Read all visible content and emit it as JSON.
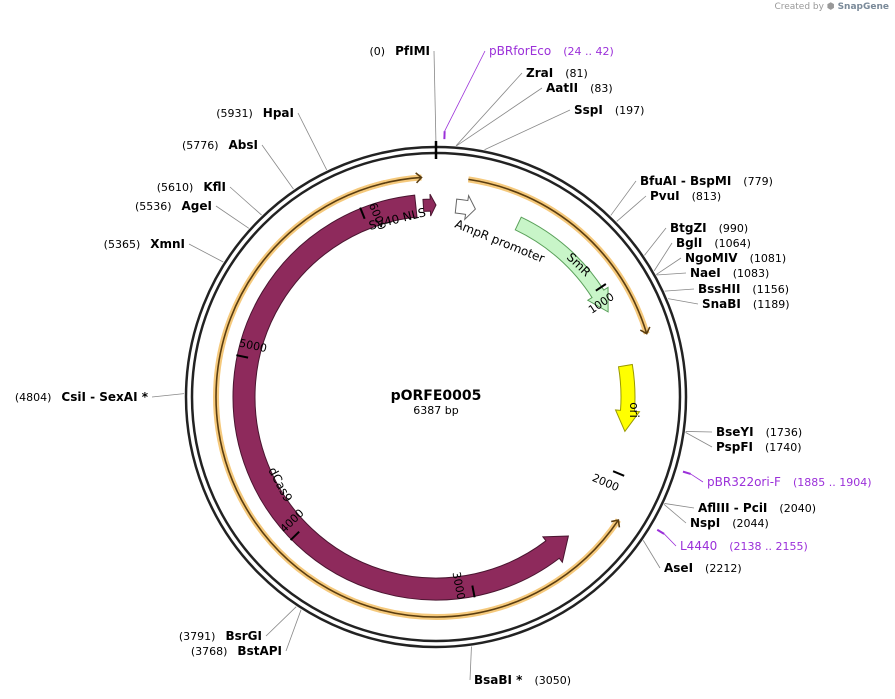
{
  "credit": {
    "prefix": "Created by",
    "brand": "SnapGene"
  },
  "plasmid": {
    "name": "pORFE0005",
    "length_label": "6387 bp",
    "length": 6387
  },
  "ticks": [
    {
      "pos": 1000,
      "label": "1000"
    },
    {
      "pos": 2000,
      "label": "2000"
    },
    {
      "pos": 3000,
      "label": "3000"
    },
    {
      "pos": 4000,
      "label": "4000"
    },
    {
      "pos": 5000,
      "label": "5000"
    },
    {
      "pos": 6000,
      "label": "6000"
    }
  ],
  "features": [
    {
      "name": "SV40 NLS",
      "start": 6320,
      "end": 6387,
      "direction": "cw",
      "color": "#8e2a5c"
    },
    {
      "name": "AmpR promoter",
      "start": 106,
      "end": 210,
      "direction": "cw",
      "color": "#ffffff"
    },
    {
      "name": "SmR",
      "start": 450,
      "end": 1130,
      "direction": "cw",
      "color": "#c8f5c8"
    },
    {
      "name": "ori",
      "start": 1430,
      "end": 1780,
      "direction": "cw",
      "color": "#ffff00"
    },
    {
      "name": "dCas9",
      "start": 2420,
      "end": 6280,
      "direction": "ccw",
      "color": "#8e2a5c"
    }
  ],
  "orf_arcs": [
    {
      "start": 6000,
      "end": 6320,
      "direction": "cw"
    },
    {
      "start": 150,
      "end": 1300,
      "direction": "cw"
    },
    {
      "start": 2200,
      "end": 6150,
      "direction": "ccw"
    }
  ],
  "sites": [
    {
      "name": "PfIMI",
      "pos": 0,
      "pos_label": "(0)",
      "side": "left"
    },
    {
      "name": "ZraI",
      "pos": 81,
      "pos_label": "(81)",
      "side": "right"
    },
    {
      "name": "AatII",
      "pos": 83,
      "pos_label": "(83)",
      "side": "right"
    },
    {
      "name": "SspI",
      "pos": 197,
      "pos_label": "(197)",
      "side": "right"
    },
    {
      "name": "BfuAI  -  BspMI",
      "pos": 779,
      "pos_label": "(779)",
      "side": "right"
    },
    {
      "name": "PvuI",
      "pos": 813,
      "pos_label": "(813)",
      "side": "right"
    },
    {
      "name": "BtgZI",
      "pos": 990,
      "pos_label": "(990)",
      "side": "right"
    },
    {
      "name": "BglI",
      "pos": 1064,
      "pos_label": "(1064)",
      "side": "right"
    },
    {
      "name": "NgoMIV",
      "pos": 1081,
      "pos_label": "(1081)",
      "side": "right"
    },
    {
      "name": "NaeI",
      "pos": 1083,
      "pos_label": "(1083)",
      "side": "right"
    },
    {
      "name": "BssHII",
      "pos": 1156,
      "pos_label": "(1156)",
      "side": "right"
    },
    {
      "name": "SnaBI",
      "pos": 1189,
      "pos_label": "(1189)",
      "side": "right"
    },
    {
      "name": "BseYI",
      "pos": 1736,
      "pos_label": "(1736)",
      "side": "right"
    },
    {
      "name": "PspFI",
      "pos": 1740,
      "pos_label": "(1740)",
      "side": "right"
    },
    {
      "name": "AflIII  -  PciI",
      "pos": 2040,
      "pos_label": "(2040)",
      "side": "right"
    },
    {
      "name": "NspI",
      "pos": 2044,
      "pos_label": "(2044)",
      "side": "right"
    },
    {
      "name": "AseI",
      "pos": 2212,
      "pos_label": "(2212)",
      "side": "right"
    },
    {
      "name": "BsaBI *",
      "pos": 3050,
      "pos_label": "(3050)",
      "side": "right"
    },
    {
      "name": "BstAPI",
      "pos": 3768,
      "pos_label": "(3768)",
      "side": "left"
    },
    {
      "name": "BsrGI",
      "pos": 3791,
      "pos_label": "(3791)",
      "side": "left"
    },
    {
      "name": "CsiI  -  SexAI *",
      "pos": 4804,
      "pos_label": "(4804)",
      "side": "left"
    },
    {
      "name": "XmnI",
      "pos": 5365,
      "pos_label": "(5365)",
      "side": "left"
    },
    {
      "name": "AgeI",
      "pos": 5536,
      "pos_label": "(5536)",
      "side": "left"
    },
    {
      "name": "KflI",
      "pos": 5610,
      "pos_label": "(5610)",
      "side": "left"
    },
    {
      "name": "AbsI",
      "pos": 5776,
      "pos_label": "(5776)",
      "side": "left"
    },
    {
      "name": "HpaI",
      "pos": 5931,
      "pos_label": "(5931)",
      "side": "left"
    }
  ],
  "primers": [
    {
      "name": "pBRforEco",
      "range_label": "(24 .. 42)",
      "pos": 33
    },
    {
      "name": "pBR322ori-F",
      "range_label": "(1885 .. 1904)",
      "pos": 1895
    },
    {
      "name": "L4440",
      "range_label": "(2138 .. 2155)",
      "pos": 2146
    }
  ]
}
